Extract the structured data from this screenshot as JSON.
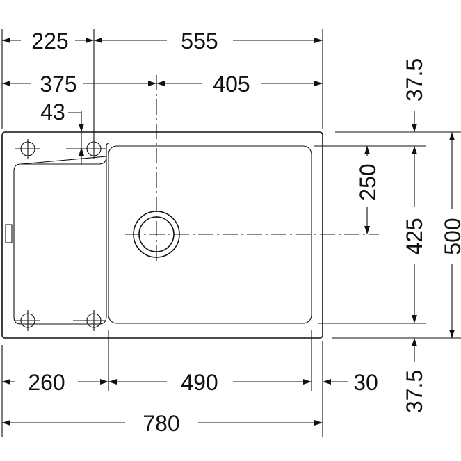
{
  "dimensions": {
    "top_left_width": "225",
    "top_right_width": "555",
    "left_to_center": "375",
    "center_to_right": "405",
    "tap_offset": "43",
    "top_margin": "37.5",
    "bowl_to_drain": "250",
    "bowl_depth": "425",
    "total_depth": "500",
    "bottom_margin": "37.5",
    "drainer_width": "260",
    "bowl_width": "490",
    "right_rim": "30",
    "total_width": "780"
  }
}
